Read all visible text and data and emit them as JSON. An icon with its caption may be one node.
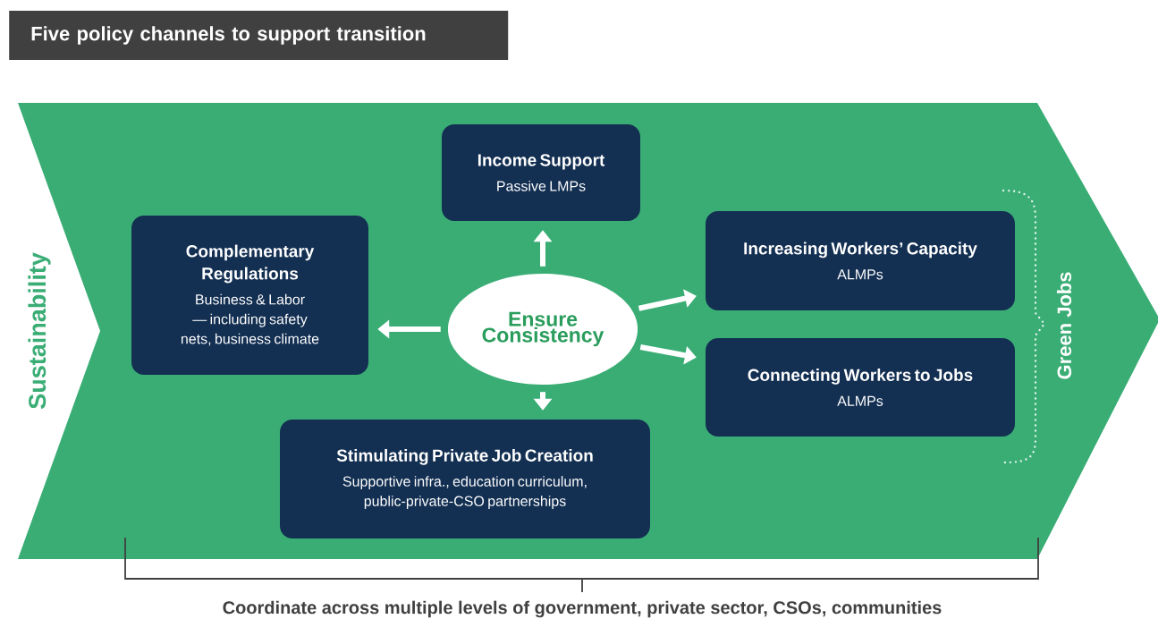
{
  "diagram": {
    "title": "Five policy channels to support transition",
    "nodes": [
      {
        "text": [
          "Income Support",
          "Passive LMPs"
        ]
      },
      {
        "text": [
          "Complementary Regulations",
          "Business & Labor — including safety nets, business climate"
        ]
      },
      {
        "text": [
          "Ensure Consistency"
        ]
      },
      {
        "text": [
          "Increasing Workers’ Capacity",
          "ALMPs"
        ]
      },
      {
        "text": [
          "Connecting Workers to Jobs",
          "ALMPs"
        ]
      },
      {
        "text": [
          "Stimulating Private Job Creation",
          "Supportive infra., education curriculum, public-private-CSO partnerships"
        ]
      }
    ],
    "edges": [
      {
        "from": 2,
        "to": 0,
        "arrow": "to"
      },
      {
        "from": 2,
        "to": 1,
        "arrow": "to"
      },
      {
        "from": 2,
        "to": 3,
        "arrow": "to"
      },
      {
        "from": 2,
        "to": 4,
        "arrow": "to"
      },
      {
        "from": 2,
        "to": 5,
        "arrow": "to"
      }
    ],
    "labels": [
      "Sustainability",
      "Green Jobs",
      "Coordinate across multiple levels of government, private sector, CSOs, communities"
    ]
  }
}
